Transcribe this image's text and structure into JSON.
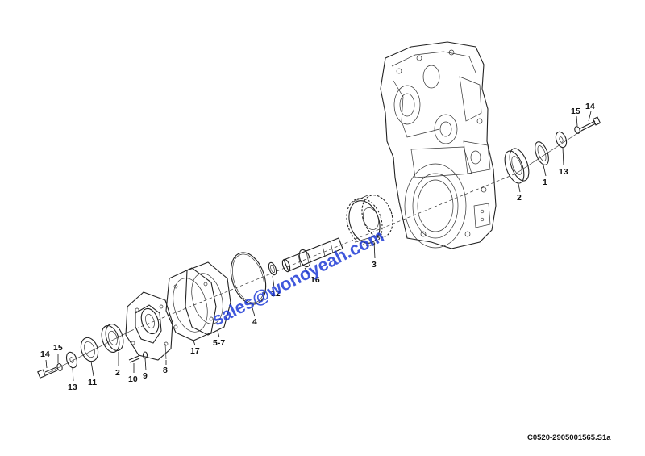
{
  "drawing_code": "C0520-2905001565.S1a",
  "watermark": "sales@wonoyeah.com",
  "callouts": {
    "c1": "1",
    "c2r": "2",
    "c13r": "13",
    "c15r": "15",
    "c14r": "14",
    "c3": "3",
    "c16": "16",
    "c12": "12",
    "c4": "4",
    "c57": "5-7",
    "c17": "17",
    "c8": "8",
    "c9": "9",
    "c10": "10",
    "c2l": "2",
    "c11": "11",
    "c13l": "13",
    "c14l": "14",
    "c15l": "15"
  },
  "colors": {
    "line": "#222222",
    "watermark": "#1e3bd6",
    "background": "#ffffff"
  }
}
